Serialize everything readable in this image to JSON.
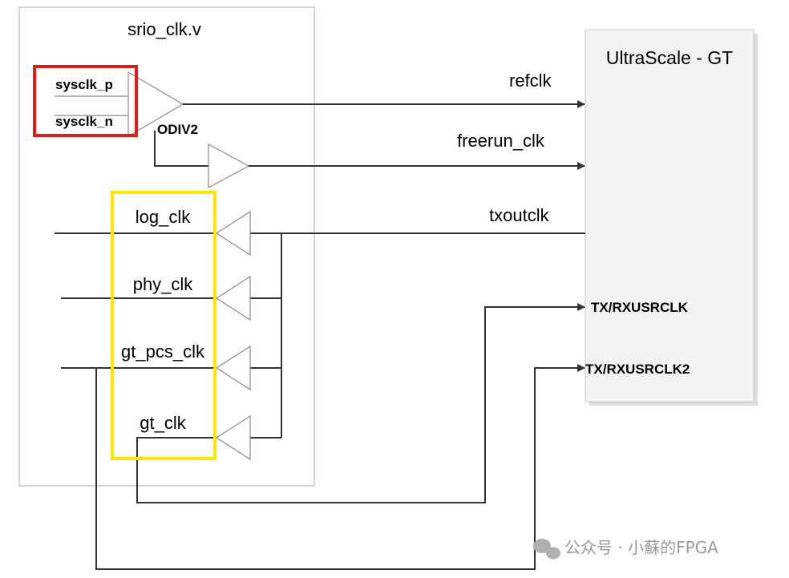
{
  "module": {
    "title": "srio_clk.v"
  },
  "gt": {
    "title": "UltraScale - GT"
  },
  "inputs": {
    "p": "sysclk_p",
    "n": "sysclk_n"
  },
  "odiv": {
    "label": "ODIV2"
  },
  "signals": {
    "refclk": "refclk",
    "freerun": "freerun_clk",
    "txoutclk": "txoutclk",
    "usrclk": "TX/RXUSRCLK",
    "usrclk2": "TX/RXUSRCLK2"
  },
  "clocks": [
    "log_clk",
    "phy_clk",
    "gt_pcs_clk",
    "gt_clk"
  ],
  "colors": {
    "red_box": "#e11c1c",
    "yellow_box": "#ffe600",
    "wire": "#333333",
    "gt_fill": "#f3f3f3"
  },
  "watermark": {
    "icon": "wechat-icon",
    "text": "公众号 · 小蘇的FPGA"
  }
}
